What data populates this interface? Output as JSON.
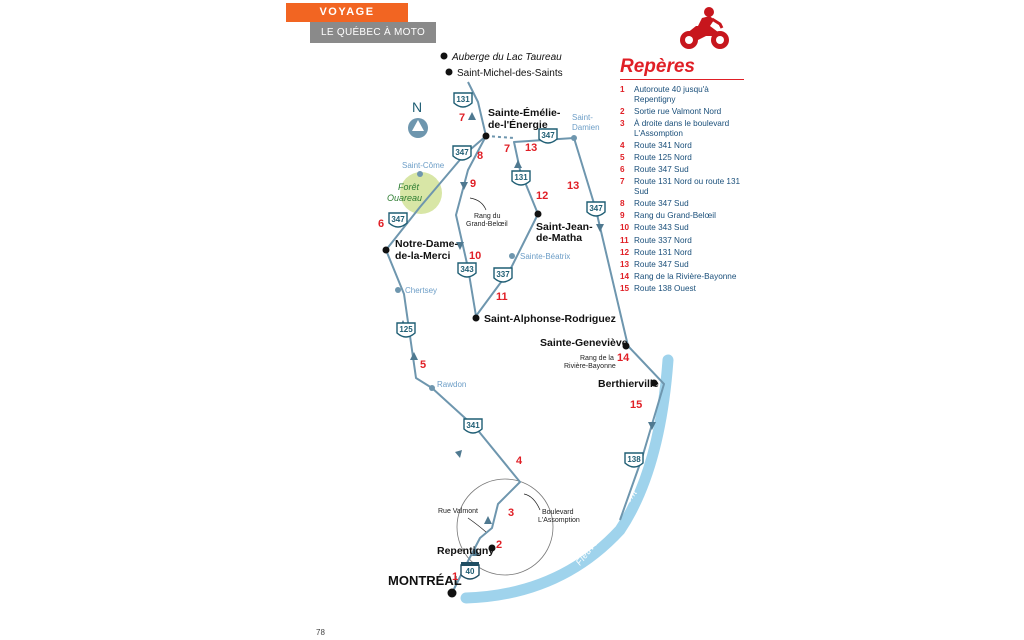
{
  "header": {
    "section": "VOYAGE",
    "subtitle": "LE QUÉBEC À MOTO"
  },
  "legend": {
    "title": "Repères",
    "items": [
      {
        "num": "1",
        "text": "Autoroute 40 jusqu'à Repentigny"
      },
      {
        "num": "2",
        "text": "Sortie rue Valmont Nord"
      },
      {
        "num": "3",
        "text": "À droite dans le boulevard L'Assomption"
      },
      {
        "num": "4",
        "text": "Route 341 Nord"
      },
      {
        "num": "5",
        "text": "Route 125 Nord"
      },
      {
        "num": "6",
        "text": "Route 347 Sud"
      },
      {
        "num": "7",
        "text": "Route 131 Nord ou route 131 Sud"
      },
      {
        "num": "8",
        "text": "Route 347 Sud"
      },
      {
        "num": "9",
        "text": "Rang du Grand-Belœil"
      },
      {
        "num": "10",
        "text": "Route 343 Sud"
      },
      {
        "num": "11",
        "text": "Route 337 Nord"
      },
      {
        "num": "12",
        "text": "Route 131 Nord"
      },
      {
        "num": "13",
        "text": "Route 347 Sud"
      },
      {
        "num": "14",
        "text": "Rang de la Rivière-Bayonne"
      },
      {
        "num": "15",
        "text": "Route 138 Ouest"
      }
    ]
  },
  "map": {
    "north_label": "N",
    "towns": {
      "auberge": "Auberge du Lac Taureau",
      "saint_michel": "Saint-Michel-des-Saints",
      "sainte_emelie_1": "Sainte-Émélie-",
      "sainte_emelie_2": "de-l'Énergie",
      "saint_jean_1": "Saint-Jean-",
      "saint_jean_2": "de-Matha",
      "notre_dame_1": "Notre-Dame-",
      "notre_dame_2": "de-la-Merci",
      "saint_alphonse": "Saint-Alphonse-Rodriguez",
      "sainte_genevieve": "Sainte-Geneviève",
      "berthierville": "Berthierville",
      "repentigny": "Repentigny",
      "montreal": "MONTRÉAL"
    },
    "places": {
      "saint_come": "Saint-Côme",
      "saint_damien_1": "Saint-",
      "saint_damien_2": "Damien",
      "sainte_beatrix": "Sainte-Béatrix",
      "chertsey": "Chertsey",
      "rawdon": "Rawdon"
    },
    "forest_1": "Forêt",
    "forest_2": "Ouareau",
    "callouts": {
      "rang_grand_beloeil_1": "Rang du",
      "rang_grand_beloeil_2": "Grand-Belœil",
      "rue_valmont": "Rue Valmont",
      "boulevard_1": "Boulevard",
      "boulevard_2": "L'Assomption",
      "rang_riviere_1": "Rang de la",
      "rang_riviere_2": "Rivière-Bayonne"
    },
    "river_label": "Fleuve Saint-Laurent",
    "shields": {
      "s131_top": "131",
      "s347_a": "347",
      "s347_b": "347",
      "s131_mid": "131",
      "s347_c": "347",
      "s347_d": "347",
      "s343": "343",
      "s337": "337",
      "s125": "125",
      "s341": "341",
      "s138": "138",
      "s40": "40"
    },
    "steps": {
      "s1": "1",
      "s2": "2",
      "s3": "3",
      "s4": "4",
      "s5": "5",
      "s6": "6",
      "s7a": "7",
      "s7b": "7",
      "s8": "8",
      "s9": "9",
      "s10": "10",
      "s11": "11",
      "s12": "12",
      "s13a": "13",
      "s13b": "13",
      "s14": "14",
      "s15": "15"
    }
  },
  "page_number": "78",
  "colors": {
    "route": "#6e96ae",
    "route_dark": "#4f7990",
    "accent_red": "#e01f26",
    "header_orange": "#f26522",
    "header_gray": "#8a8a8a",
    "river": "#9fd3ec",
    "forest": "#d8e6a6",
    "place_blue": "#6d9ec7"
  }
}
